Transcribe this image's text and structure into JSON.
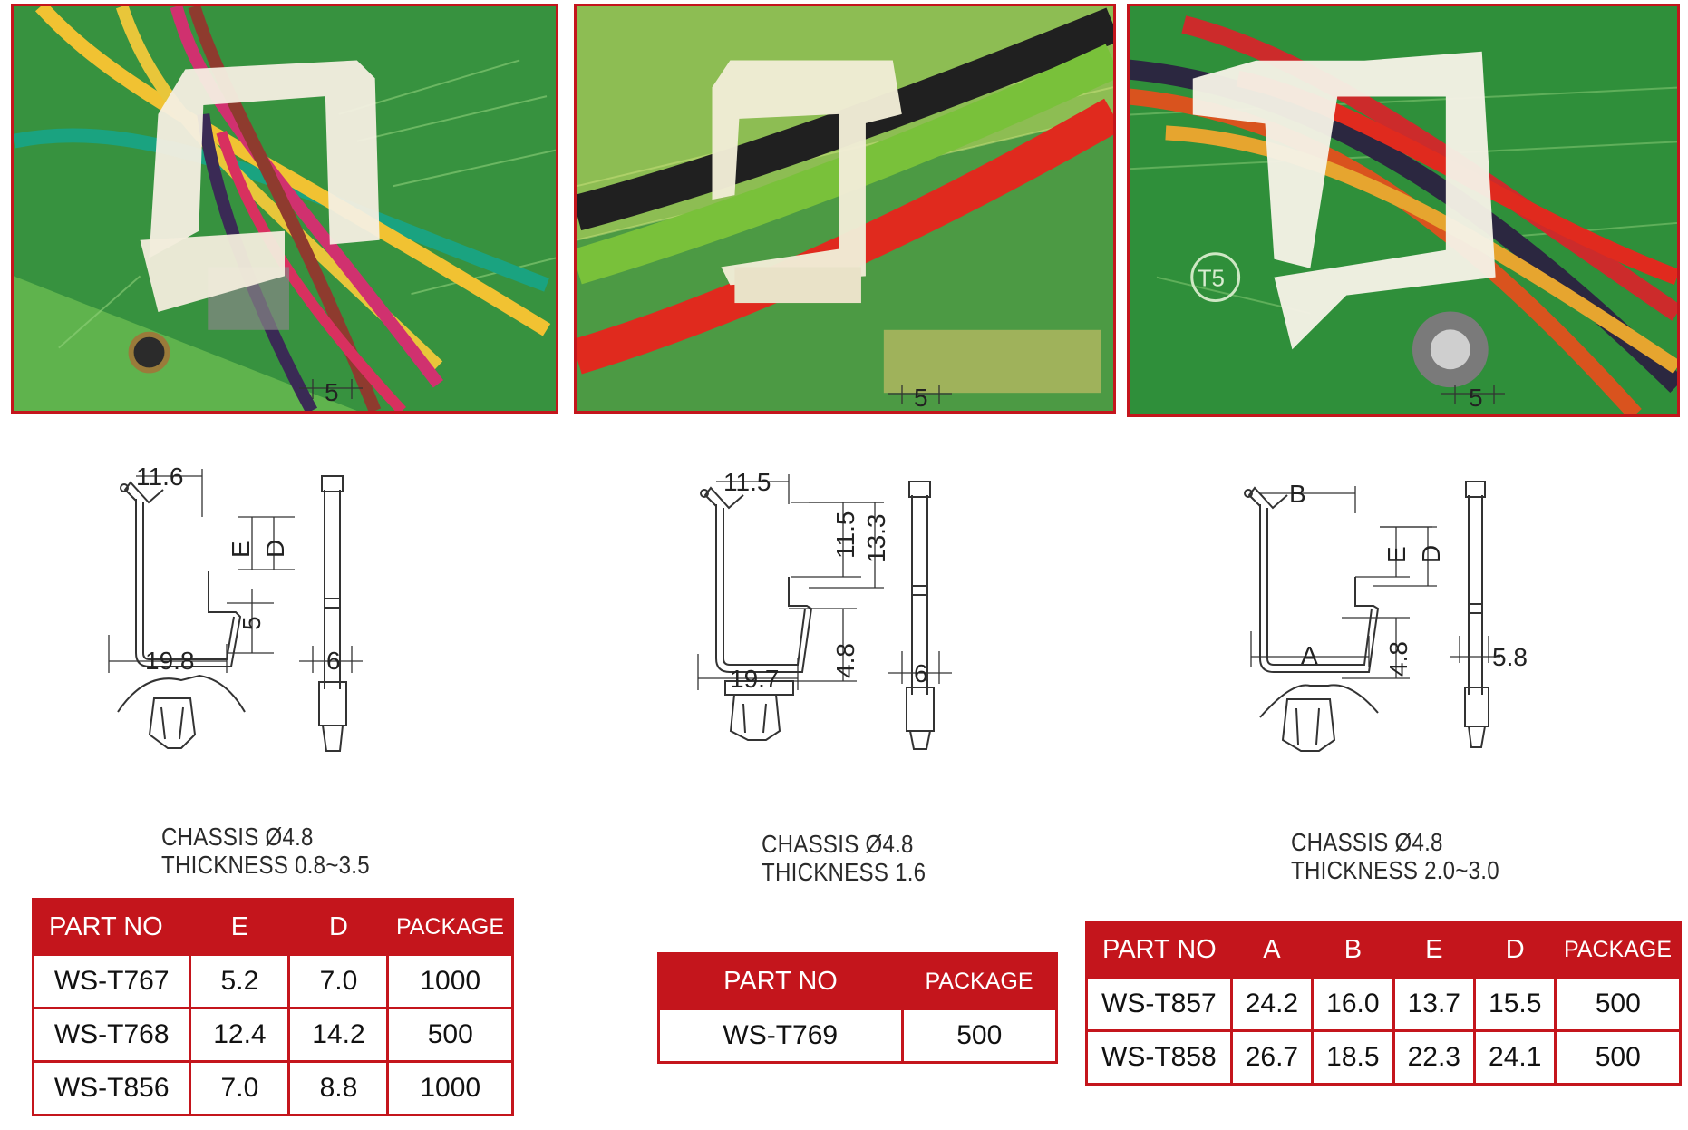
{
  "photos": [
    {
      "alt_icon": "wire-clip-photo"
    },
    {
      "alt_icon": "wire-clip-photo"
    },
    {
      "alt_icon": "wire-clip-photo"
    }
  ],
  "drawings": {
    "left": {
      "dim_top": "5",
      "dim_inner": "11.6",
      "dim_e": "E",
      "dim_d": "D",
      "dim_lower": "5",
      "dim_bottom": "19.8",
      "dim_base": "6"
    },
    "middle": {
      "dim_top": "5",
      "dim_inner": "11.5",
      "dim_inner_h": "11.5",
      "dim_outer_h": "13.3",
      "dim_lower": "4.8",
      "dim_bottom": "19.7",
      "dim_base": "6"
    },
    "right": {
      "dim_top": "5",
      "dim_b": "B",
      "dim_e": "E",
      "dim_d": "D",
      "dim_lower": "4.8",
      "dim_a": "A",
      "dim_base": "5.8"
    }
  },
  "specs": [
    {
      "chassis": "CHASSIS  Ø4.8",
      "thickness": "THICKNESS  0.8~3.5"
    },
    {
      "chassis": "CHASSIS  Ø4.8",
      "thickness": "THICKNESS  1.6"
    },
    {
      "chassis": "CHASSIS  Ø4.8",
      "thickness": "THICKNESS  2.0~3.0"
    }
  ],
  "tables": {
    "left": {
      "headers": [
        "PART NO",
        "E",
        "D",
        "PACKAGE"
      ],
      "rows": [
        [
          "WS-T767",
          "5.2",
          "7.0",
          "1000"
        ],
        [
          "WS-T768",
          "12.4",
          "14.2",
          "500"
        ],
        [
          "WS-T856",
          "7.0",
          "8.8",
          "1000"
        ]
      ]
    },
    "middle": {
      "headers": [
        "PART NO",
        "PACKAGE"
      ],
      "rows": [
        [
          "WS-T769",
          "500"
        ]
      ]
    },
    "right": {
      "headers": [
        "PART NO",
        "A",
        "B",
        "E",
        "D",
        "PACKAGE"
      ],
      "rows": [
        [
          "WS-T857",
          "24.2",
          "16.0",
          "13.7",
          "15.5",
          "500"
        ],
        [
          "WS-T858",
          "26.7",
          "18.5",
          "22.3",
          "24.1",
          "500"
        ]
      ]
    }
  },
  "colors": {
    "accent": "#c4151c",
    "pcb": "#2f8f3a",
    "clip": "#f3efe0"
  }
}
